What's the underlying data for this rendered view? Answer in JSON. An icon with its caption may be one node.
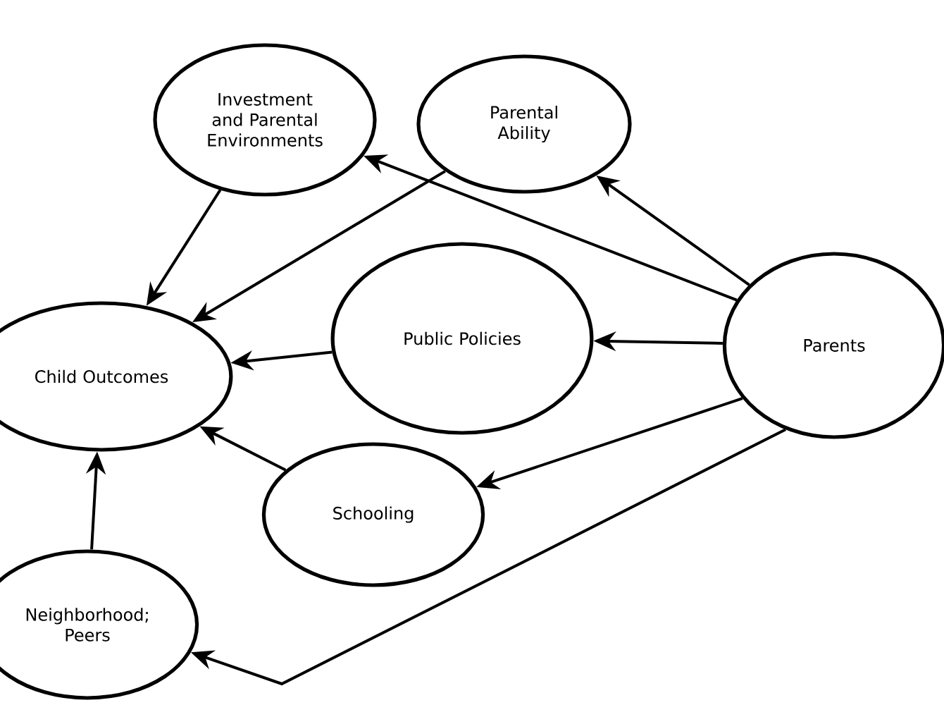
{
  "diagram": {
    "nodes": [
      {
        "text": [
          "Investment and Parental Environments"
        ]
      },
      {
        "text": [
          "Parental Ability"
        ]
      },
      {
        "text": [
          "Child Outcomes"
        ]
      },
      {
        "text": [
          "Public Policies"
        ]
      },
      {
        "text": [
          "Parents"
        ]
      },
      {
        "text": [
          "Schooling"
        ]
      },
      {
        "text": [
          "Neighborhood; Peers"
        ]
      }
    ],
    "edges": [
      {
        "from": 4,
        "to": 0,
        "arrow": "to"
      },
      {
        "from": 4,
        "to": 1,
        "arrow": "to"
      },
      {
        "from": 4,
        "to": 3,
        "arrow": "to"
      },
      {
        "from": 4,
        "to": 5,
        "arrow": "to"
      },
      {
        "from": 4,
        "to": 6,
        "arrow": "to"
      },
      {
        "from": 0,
        "to": 2,
        "arrow": "to"
      },
      {
        "from": 1,
        "to": 2,
        "arrow": "to"
      },
      {
        "from": 3,
        "to": 2,
        "arrow": "to"
      },
      {
        "from": 5,
        "to": 2,
        "arrow": "to"
      },
      {
        "from": 6,
        "to": 2,
        "arrow": "to"
      }
    ]
  }
}
